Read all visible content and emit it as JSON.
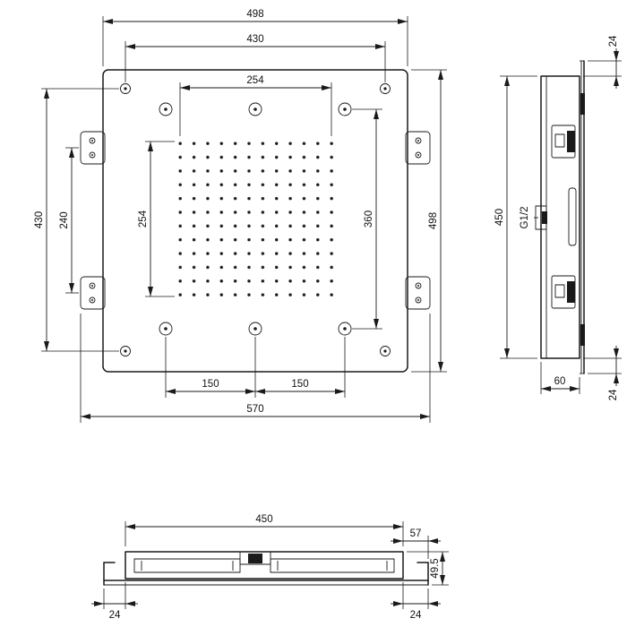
{
  "drawing": {
    "plan": {
      "d498_top": "498",
      "d430_top": "430",
      "d254_top": "254",
      "d430_left": "430",
      "d240_left": "240",
      "d254_left": "254",
      "d360_right": "360",
      "d498_right": "498",
      "d150_left": "150",
      "d150_right": "150",
      "d570_bottom": "570"
    },
    "side": {
      "d24_top": "24",
      "d450_left": "450",
      "g_half": "G1/2",
      "d24_bottom": "24",
      "d60_bottom": "60"
    },
    "bottom": {
      "d450_top": "450",
      "d57_right": "57",
      "d49_5_right": "49.5",
      "d24_left": "24",
      "d24_right": "24"
    }
  }
}
